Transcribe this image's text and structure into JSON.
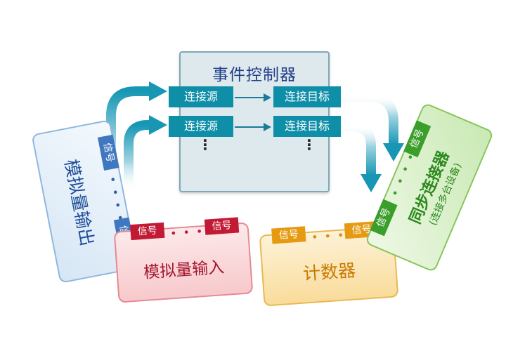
{
  "controller": {
    "title": "事件控制器",
    "rows": [
      {
        "source": "连接源",
        "target": "连接目标"
      },
      {
        "source": "连接源",
        "target": "连接目标"
      }
    ],
    "ellipsis": "⋮"
  },
  "signal_label": "信号",
  "cards": {
    "analog_output": {
      "label": "模拟量输出"
    },
    "analog_input": {
      "label": "模拟量输入"
    },
    "counter": {
      "label": "计数器"
    },
    "sync_connector": {
      "label": "同步连接器",
      "sublabel": "(连接多台设备)"
    }
  },
  "colors": {
    "teal": "#0f8ea8",
    "arrow_light": "#cfe8ef",
    "blue": "#3f77c0",
    "red": "#c21a35",
    "orange": "#e59a12",
    "green": "#3a9e2a"
  }
}
